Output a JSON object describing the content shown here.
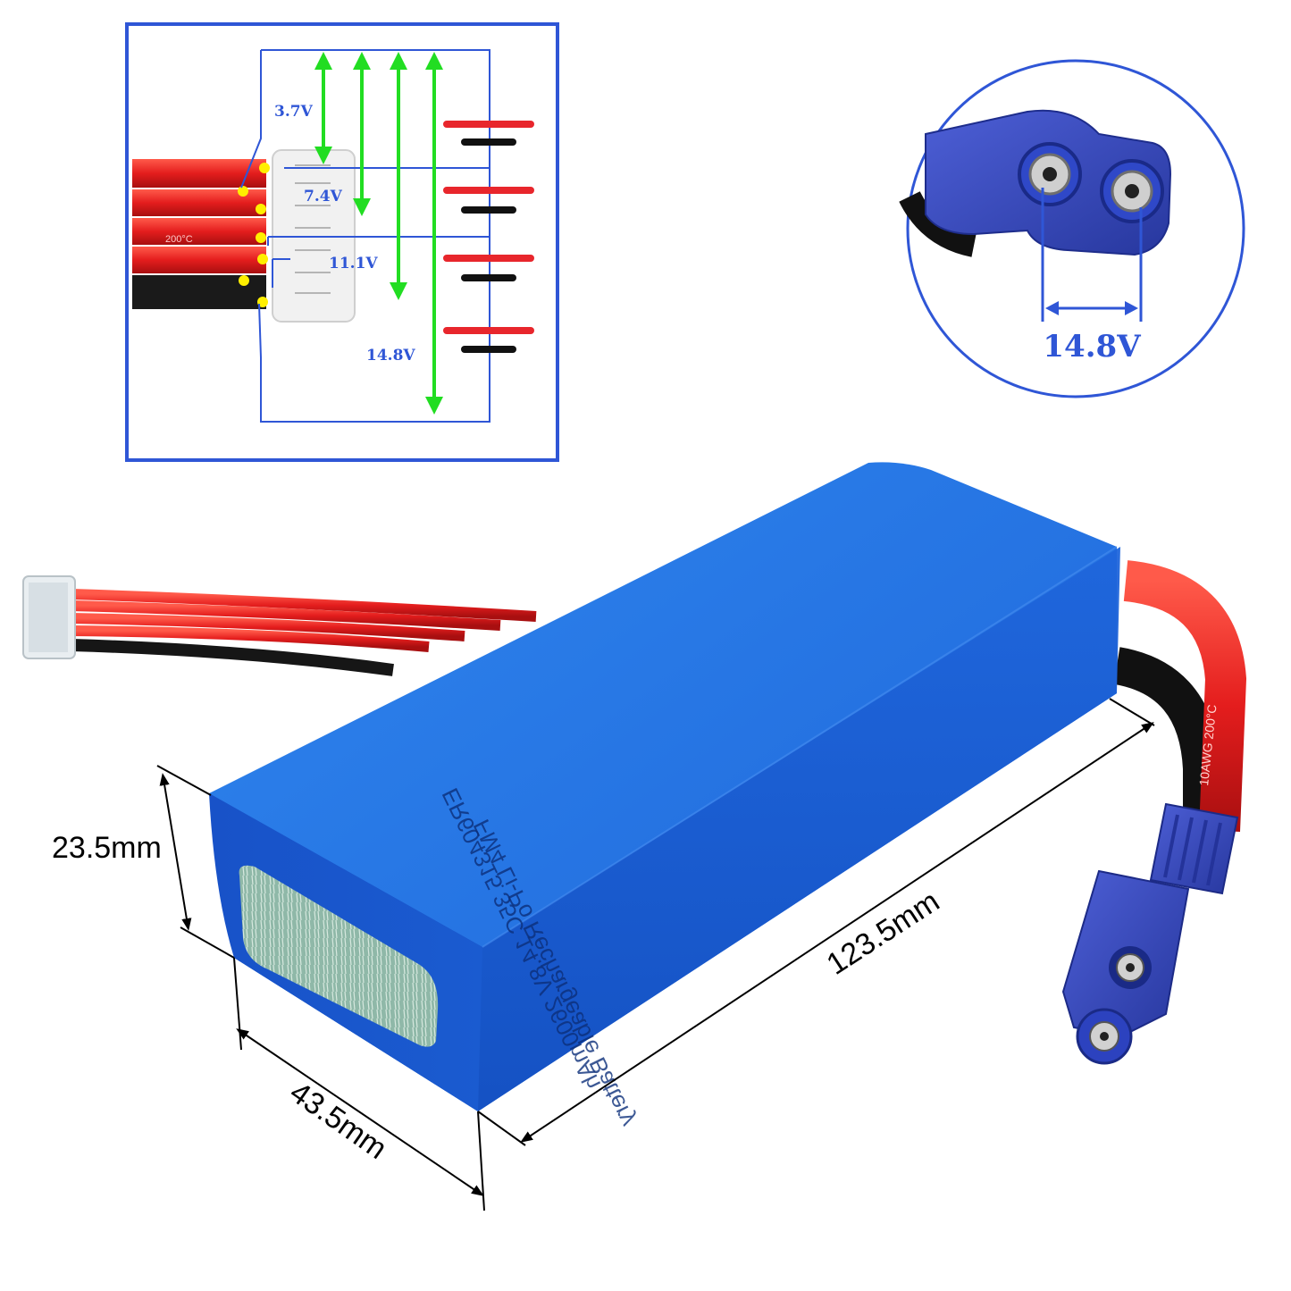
{
  "balance_diagram": {
    "labels": [
      "3.7V",
      "7.4V",
      "11.1V",
      "14.8V"
    ]
  },
  "connector_callout": {
    "voltage_label": "14.8V"
  },
  "battery": {
    "print_line_1": "FM4 Li-Po Rechargeable Battery",
    "print_line_2": "ER604315 35C 14.8V 2600mAh",
    "wire_marking": "10AWG 200°C",
    "balance_wire_marking": "200°C"
  },
  "dimensions": {
    "height": "23.5mm",
    "width": "43.5mm",
    "length": "123.5mm"
  },
  "colors": {
    "frame_blue": "#2f56d6",
    "arrow_green": "#22dd22",
    "cell_red": "#e8262c",
    "cell_black": "#111111",
    "battery_blue": "#1f6fe0",
    "connector_blue": "#2b3fb8",
    "wire_red": "#e41d1d"
  }
}
